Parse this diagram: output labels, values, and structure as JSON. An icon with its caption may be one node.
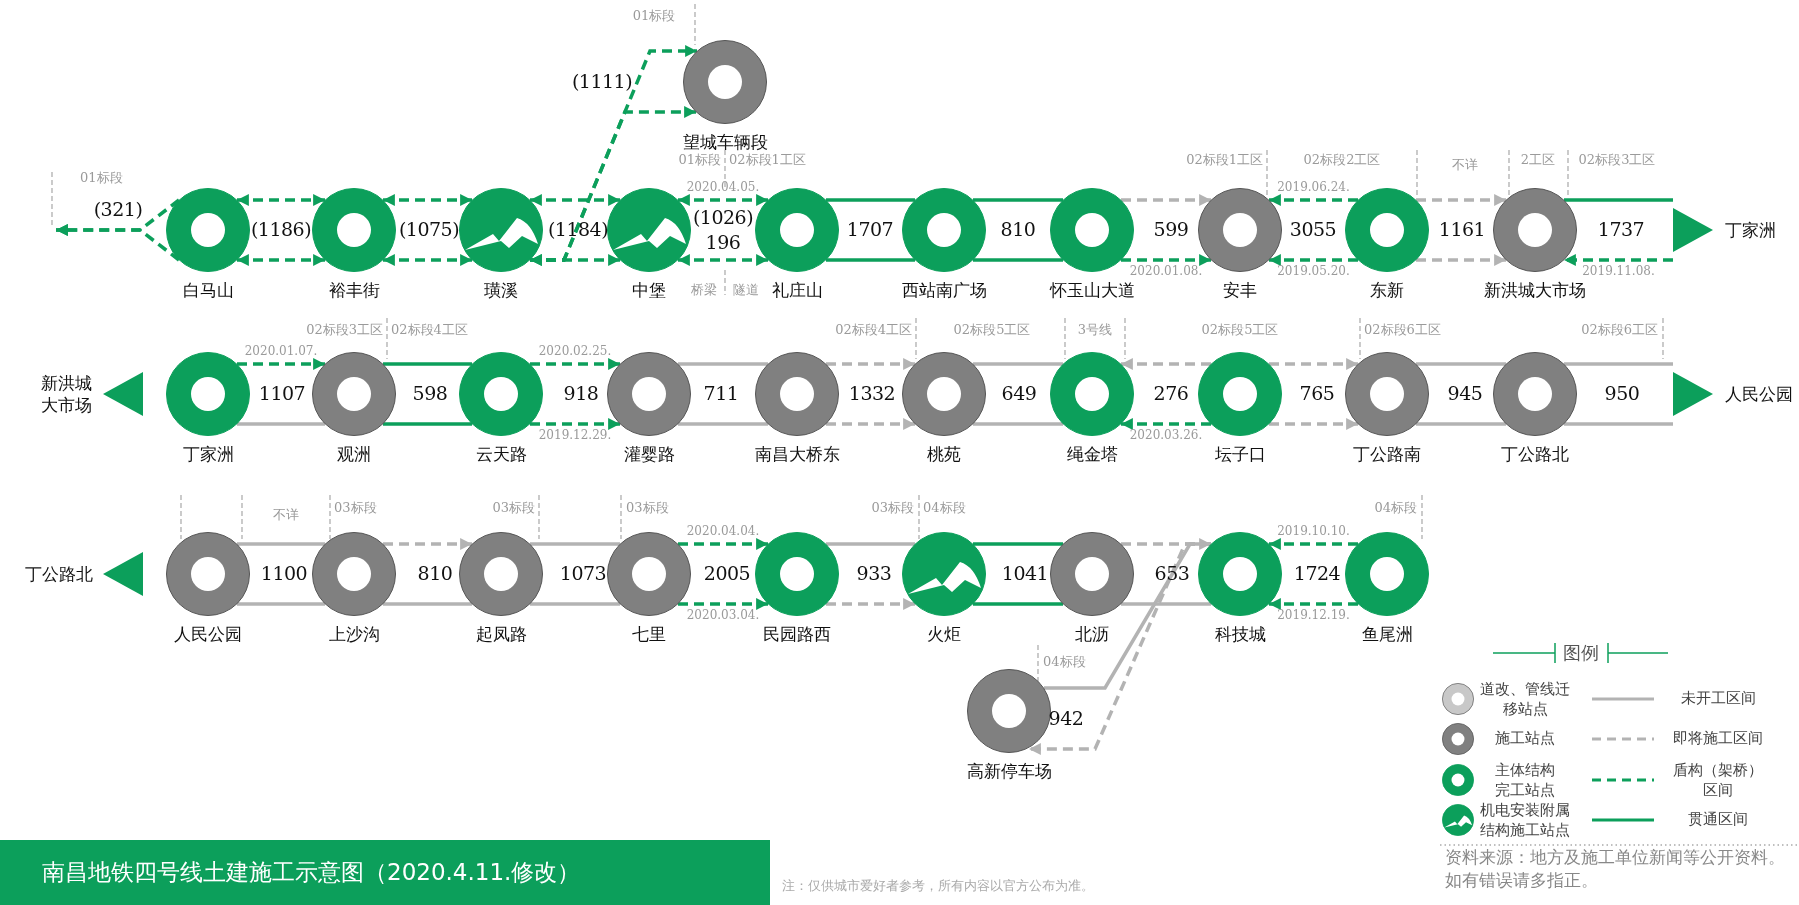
{
  "diagram": {
    "title": "南昌地铁四号线土建施工示意图（2020.4.11.修改）",
    "nodes": [
      {
        "text": [
          "白马山"
        ]
      },
      {
        "text": [
          "裕丰街"
        ]
      },
      {
        "text": [
          "璜溪"
        ]
      },
      {
        "text": [
          "中堡"
        ]
      },
      {
        "text": [
          "望城车辆段"
        ]
      },
      {
        "text": [
          "礼庄山"
        ]
      },
      {
        "text": [
          "西站南广场"
        ]
      },
      {
        "text": [
          "怀玉山大道"
        ]
      },
      {
        "text": [
          "安丰"
        ]
      },
      {
        "text": [
          "东新"
        ]
      },
      {
        "text": [
          "新洪城大市场"
        ]
      },
      {
        "text": [
          "丁家洲"
        ]
      },
      {
        "text": [
          "新洪城大市场"
        ]
      },
      {
        "text": [
          "丁家洲"
        ]
      },
      {
        "text": [
          "观洲"
        ]
      },
      {
        "text": [
          "云天路"
        ]
      },
      {
        "text": [
          "灌婴路"
        ]
      },
      {
        "text": [
          "南昌大桥东"
        ]
      },
      {
        "text": [
          "桃苑"
        ]
      },
      {
        "text": [
          "绳金塔"
        ]
      },
      {
        "text": [
          "坛子口"
        ]
      },
      {
        "text": [
          "丁公路南"
        ]
      },
      {
        "text": [
          "丁公路北"
        ]
      },
      {
        "text": [
          "人民公园"
        ]
      },
      {
        "text": [
          "丁公路北"
        ]
      },
      {
        "text": [
          "人民公园"
        ]
      },
      {
        "text": [
          "上沙沟"
        ]
      },
      {
        "text": [
          "起凤路"
        ]
      },
      {
        "text": [
          "七里"
        ]
      },
      {
        "text": [
          "民园路西"
        ]
      },
      {
        "text": [
          "火炬"
        ]
      },
      {
        "text": [
          "北沥"
        ]
      },
      {
        "text": [
          "科技城"
        ]
      },
      {
        "text": [
          "鱼尾洲"
        ]
      },
      {
        "text": [
          "高新停车场"
        ]
      }
    ],
    "edges": [
      {
        "from": 0,
        "to": null,
        "arrow": "to",
        "style": "dashed"
      },
      {
        "from": 0,
        "to": null,
        "arrow": "to",
        "style": "dashed"
      },
      {
        "from": 0,
        "to": 1,
        "arrow": "both",
        "style": "dashed"
      },
      {
        "from": 0,
        "to": 1,
        "arrow": "both",
        "style": "dashed"
      },
      {
        "from": 1,
        "to": 2,
        "arrow": "both",
        "style": "dashed"
      },
      {
        "from": 1,
        "to": 2,
        "arrow": "both",
        "style": "dashed"
      },
      {
        "from": 2,
        "to": 3,
        "arrow": "both",
        "style": "dashed"
      },
      {
        "from": 2,
        "to": 3,
        "arrow": "both",
        "style": "dashed"
      },
      {
        "from": 2,
        "to": 4,
        "arrow": "both",
        "style": "dashed"
      },
      {
        "from": 2,
        "to": 4,
        "arrow": "to",
        "style": "dashed"
      },
      {
        "from": 3,
        "to": 5,
        "arrow": "both",
        "style": "dashed",
        "label": "2020.04.05."
      },
      {
        "from": 3,
        "to": 5,
        "arrow": "both",
        "style": "dashed"
      },
      {
        "from": 5,
        "to": 6,
        "arrow": "none"
      },
      {
        "from": 5,
        "to": 6,
        "arrow": "none"
      },
      {
        "from": 6,
        "to": 7,
        "arrow": "none"
      },
      {
        "from": 6,
        "to": 7,
        "arrow": "none"
      },
      {
        "from": 7,
        "to": 8,
        "arrow": "to",
        "style": "dashed",
        "color": "#b3b3b3"
      },
      {
        "from": 7,
        "to": 8,
        "arrow": "to",
        "style": "dashed",
        "label": "2020.01.08."
      },
      {
        "from": 9,
        "to": 8,
        "arrow": "to",
        "style": "dashed",
        "label": "2019.06.24."
      },
      {
        "from": 9,
        "to": 8,
        "arrow": "to",
        "style": "dashed",
        "label": "2019.05.20."
      },
      {
        "from": 9,
        "to": 10,
        "arrow": "to",
        "style": "dashed",
        "color": "#b3b3b3"
      },
      {
        "from": 9,
        "to": 10,
        "arrow": "to",
        "style": "dashed",
        "color": "#b3b3b3"
      },
      {
        "from": 10,
        "to": 11,
        "arrow": "none"
      },
      {
        "from": 11,
        "to": 10,
        "arrow": "to",
        "style": "dashed",
        "label": "2019.11.08."
      },
      {
        "from": 13,
        "to": 14,
        "arrow": "to",
        "style": "dashed",
        "label": "2020.01.07."
      },
      {
        "from": 13,
        "to": 14,
        "arrow": "none",
        "color": "#b3b3b3"
      },
      {
        "from": 14,
        "to": 15,
        "arrow": "none"
      },
      {
        "from": 14,
        "to": 15,
        "arrow": "none"
      },
      {
        "from": 15,
        "to": 16,
        "arrow": "to",
        "style": "dashed",
        "label": "2020.02.25."
      },
      {
        "from": 15,
        "to": 16,
        "arrow": "to",
        "style": "dashed",
        "label": "2019.12.29."
      },
      {
        "from": 16,
        "to": 17,
        "arrow": "none",
        "color": "#b3b3b3"
      },
      {
        "from": 16,
        "to": 17,
        "arrow": "none",
        "color": "#b3b3b3"
      },
      {
        "from": 17,
        "to": 18,
        "arrow": "to",
        "style": "dashed",
        "color": "#b3b3b3"
      },
      {
        "from": 17,
        "to": 18,
        "arrow": "to",
        "style": "dashed",
        "color": "#b3b3b3"
      },
      {
        "from": 18,
        "to": 19,
        "arrow": "none",
        "color": "#b3b3b3"
      },
      {
        "from": 18,
        "to": 19,
        "arrow": "none",
        "color": "#b3b3b3"
      },
      {
        "from": 20,
        "to": 19,
        "arrow": "to",
        "style": "dashed",
        "color": "#b3b3b3"
      },
      {
        "from": 20,
        "to": 19,
        "arrow": "to",
        "style": "dashed",
        "label": "2020.03.26."
      },
      {
        "from": 20,
        "to": 21,
        "arrow": "to",
        "style": "dashed",
        "color": "#b3b3b3"
      },
      {
        "from": 20,
        "to": 21,
        "arrow": "to",
        "style": "dashed",
        "color": "#b3b3b3"
      },
      {
        "from": 21,
        "to": 22,
        "arrow": "none",
        "color": "#b3b3b3"
      },
      {
        "from": 21,
        "to": 22,
        "arrow": "none",
        "color": "#b3b3b3"
      },
      {
        "from": 22,
        "to": 23,
        "arrow": "none",
        "color": "#b3b3b3"
      },
      {
        "from": 22,
        "to": 23,
        "arrow": "none",
        "color": "#b3b3b3"
      },
      {
        "from": 25,
        "to": 26,
        "arrow": "none",
        "color": "#b3b3b3"
      },
      {
        "from": 25,
        "to": 26,
        "arrow": "none",
        "color": "#b3b3b3"
      },
      {
        "from": 26,
        "to": 27,
        "arrow": "to",
        "style": "dashed",
        "color": "#b3b3b3"
      },
      {
        "from": 26,
        "to": 27,
        "arrow": "none",
        "color": "#b3b3b3"
      },
      {
        "from": 27,
        "to": 28,
        "arrow": "none",
        "color": "#b3b3b3"
      },
      {
        "from": 27,
        "to": 28,
        "arrow": "none",
        "color": "#b3b3b3"
      },
      {
        "from": 28,
        "to": 29,
        "arrow": "to",
        "style": "dashed",
        "label": "2020.04.04."
      },
      {
        "from": 28,
        "to": 29,
        "arrow": "to",
        "style": "dashed",
        "label": "2020.03.04."
      },
      {
        "from": 29,
        "to": 30,
        "arrow": "none",
        "color": "#b3b3b3"
      },
      {
        "from": 29,
        "to": 30,
        "arrow": "to",
        "style": "dashed",
        "color": "#b3b3b3"
      },
      {
        "from": 30,
        "to": 31,
        "arrow": "none"
      },
      {
        "from": 30,
        "to": 31,
        "arrow": "none"
      },
      {
        "from": 31,
        "to": 32,
        "arrow": "to",
        "style": "dashed",
        "color": "#b3b3b3"
      },
      {
        "from": 31,
        "to": 32,
        "arrow": "none",
        "color": "#b3b3b3"
      },
      {
        "from": 33,
        "to": 32,
        "arrow": "to",
        "style": "dashed",
        "label": "2019.10.10."
      },
      {
        "from": 33,
        "to": 32,
        "arrow": "to",
        "style": "dashed",
        "label": "2019.12.19."
      },
      {
        "from": 32,
        "to": 34,
        "arrow": "none",
        "color": "#b3b3b3"
      },
      {
        "from": 32,
        "to": 34,
        "arrow": "to",
        "style": "dashed",
        "color": "#b3b3b3"
      }
    ],
    "labels": [
      "01标段",
      "(1111)",
      "01标段",
      "01标段",
      "02标段1工区",
      "02标段1工区",
      "02标段2工区",
      "不详",
      "2工区",
      "02标段3工区",
      "(321)",
      "(1186)",
      "(1075)",
      "(1184)",
      "(1026)",
      "196",
      "1707",
      "810",
      "599",
      "3055",
      "1161",
      "1737",
      "桥梁",
      "隧道",
      "02标段3工区",
      "02标段4工区",
      "02标段4工区",
      "02标段5工区",
      "3号线",
      "02标段5工区",
      "02标段6工区",
      "02标段6工区",
      "1107",
      "598",
      "918",
      "711",
      "1332",
      "649",
      "276",
      "765",
      "945",
      "950",
      "不详",
      "03标段",
      "03标段",
      "03标段",
      "03标段",
      "04标段",
      "04标段",
      "1100",
      "810",
      "1073",
      "2005",
      "933",
      "1041",
      "653",
      "1724",
      "04标段",
      "942",
      "图例",
      "资料来源：地方及施工单位新闻等公开资料。",
      "注：仅供城市爱好者参考，所有内容以官方公布为准。",
      "如有错误请多指正。"
    ],
    "legend": [
      {
        "text": "道改、管线迁移站点"
      },
      {
        "text": "未开工区间"
      },
      {
        "text": "施工站点"
      },
      {
        "text": "即将施工区间"
      },
      {
        "text": "主体结构完工站点"
      },
      {
        "text": "盾构（架桥）区间"
      },
      {
        "text": "机电安装附属结构施工站点"
      },
      {
        "text": "贯通区间"
      }
    ]
  }
}
